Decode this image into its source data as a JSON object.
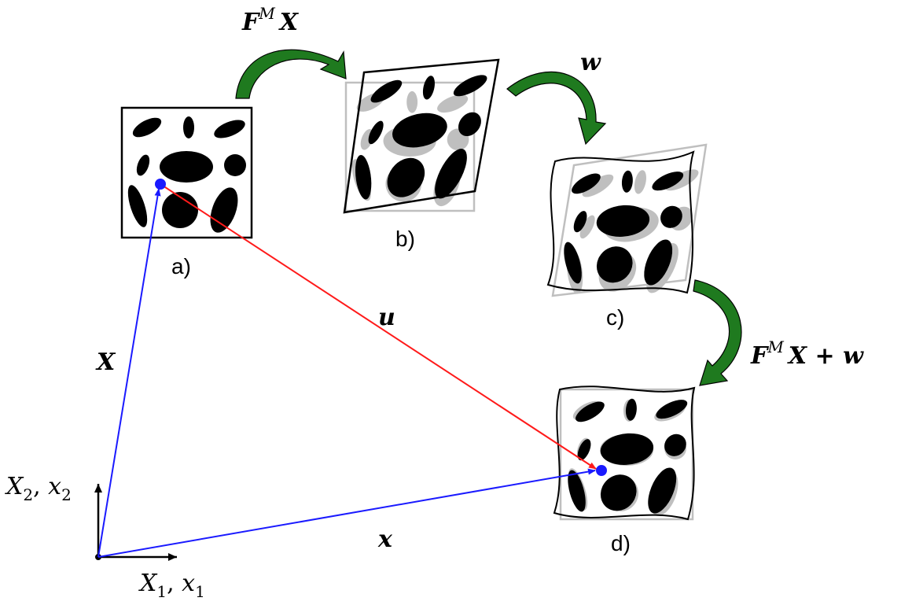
{
  "colors": {
    "position_vector": "#1a1aff",
    "displacement": "#ff1a1a",
    "transform_arrow": "#1f7a1f",
    "ghost": "#bfbfbf",
    "ink": "#000000"
  },
  "panels": {
    "a": "a)",
    "b": "b)",
    "c": "c)",
    "d": "d)"
  },
  "transforms": {
    "ab": {
      "main": "F",
      "sup": "M",
      "tail": "X"
    },
    "bc": "w",
    "cd": {
      "main": "F",
      "sup": "M",
      "tail": "X + w"
    }
  },
  "vectors": {
    "X": "X",
    "x": "x",
    "u": "u"
  },
  "axes": {
    "vertical": {
      "a": "X",
      "as": "2",
      "sep": ", ",
      "b": "x",
      "bs": "2"
    },
    "horizontal": {
      "a": "X",
      "as": "1",
      "sep": ", ",
      "b": "x",
      "bs": "1"
    }
  }
}
